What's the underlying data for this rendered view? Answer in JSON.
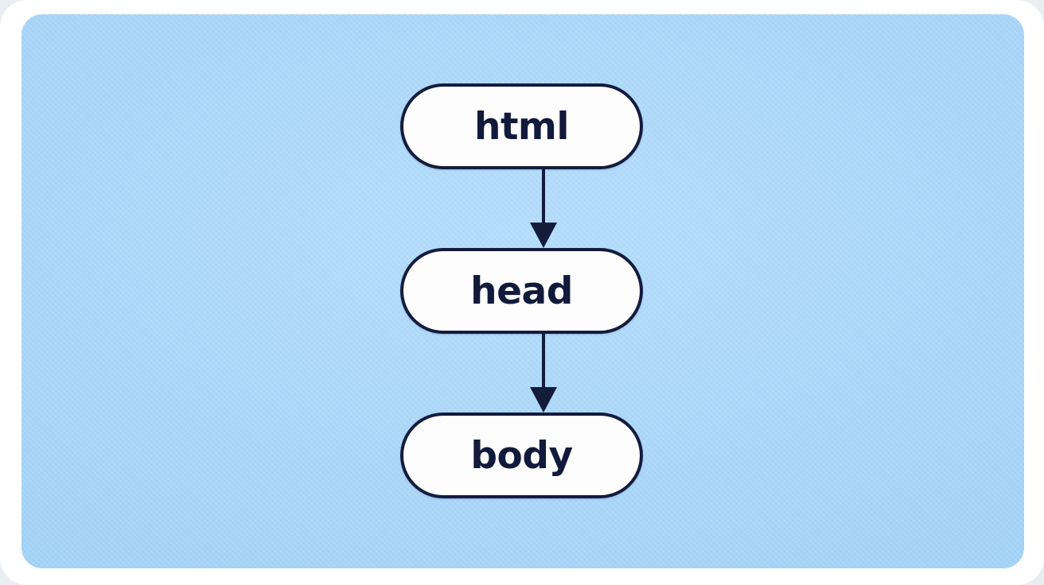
{
  "canvas": {
    "background_color": "#a5d3f6",
    "card_color": "#ffffff",
    "page_color": "#e9eef3"
  },
  "diagram": {
    "type": "flowchart",
    "orientation": "top-to-bottom",
    "node_fill": "#fdfdfd",
    "node_stroke": "#131c3d",
    "text_color": "#121a3b",
    "nodes": [
      {
        "id": "html",
        "label": "html",
        "shape": "stadium"
      },
      {
        "id": "head",
        "label": "head",
        "shape": "stadium"
      },
      {
        "id": "body",
        "label": "body",
        "shape": "stadium"
      }
    ],
    "edges": [
      {
        "from": "html",
        "to": "head",
        "arrow": "triangle",
        "label": ""
      },
      {
        "from": "head",
        "to": "body",
        "arrow": "triangle",
        "label": ""
      }
    ]
  }
}
